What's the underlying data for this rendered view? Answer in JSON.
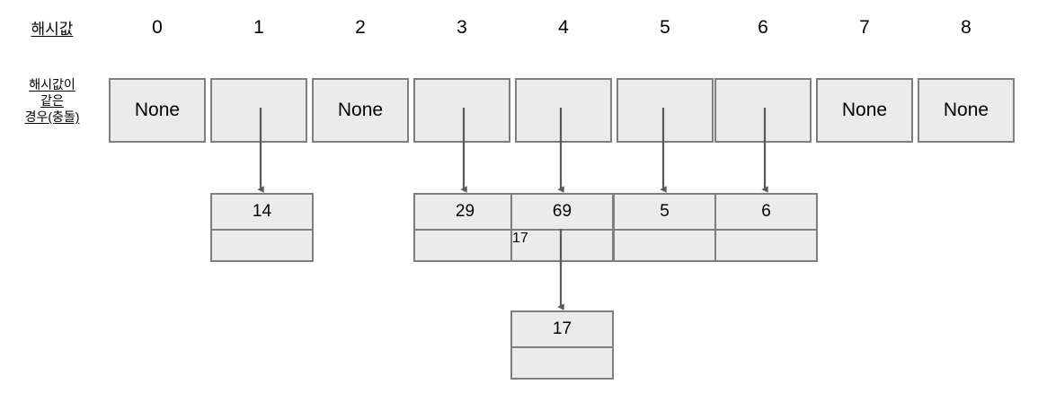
{
  "diagram": {
    "title_row_label": "해시값",
    "collision_row_label_lines": [
      "해시값이",
      "같은",
      "경우(충돌)"
    ],
    "empty_bucket_text": "None",
    "colors": {
      "box_fill": "#ebebeb",
      "box_border": "#7f7f7f",
      "arrow": "#595959",
      "text": "#000000",
      "background": "#ffffff"
    },
    "indices": [
      "0",
      "1",
      "2",
      "3",
      "4",
      "5",
      "6",
      "7",
      "8"
    ],
    "buckets": [
      {
        "index": "0",
        "value": "None",
        "has_chain": false
      },
      {
        "index": "1",
        "value": "",
        "has_chain": true
      },
      {
        "index": "2",
        "value": "None",
        "has_chain": false
      },
      {
        "index": "3",
        "value": "",
        "has_chain": true
      },
      {
        "index": "4",
        "value": "",
        "has_chain": true
      },
      {
        "index": "5",
        "value": "",
        "has_chain": true
      },
      {
        "index": "6",
        "value": "",
        "has_chain": true
      },
      {
        "index": "7",
        "value": "None",
        "has_chain": false
      },
      {
        "index": "8",
        "value": "None",
        "has_chain": false
      }
    ],
    "nodes_level1": [
      {
        "bucket_index": "1",
        "value": "14",
        "next": ""
      },
      {
        "bucket_index": "3",
        "value": "29",
        "next": ""
      },
      {
        "bucket_index": "4",
        "value": "69",
        "next": "17"
      },
      {
        "bucket_index": "5",
        "value": "5",
        "next": ""
      },
      {
        "bucket_index": "6",
        "value": "6",
        "next": ""
      }
    ],
    "nodes_level2": [
      {
        "bucket_index": "4",
        "parent_value": "69",
        "value": "17",
        "next": ""
      }
    ]
  }
}
